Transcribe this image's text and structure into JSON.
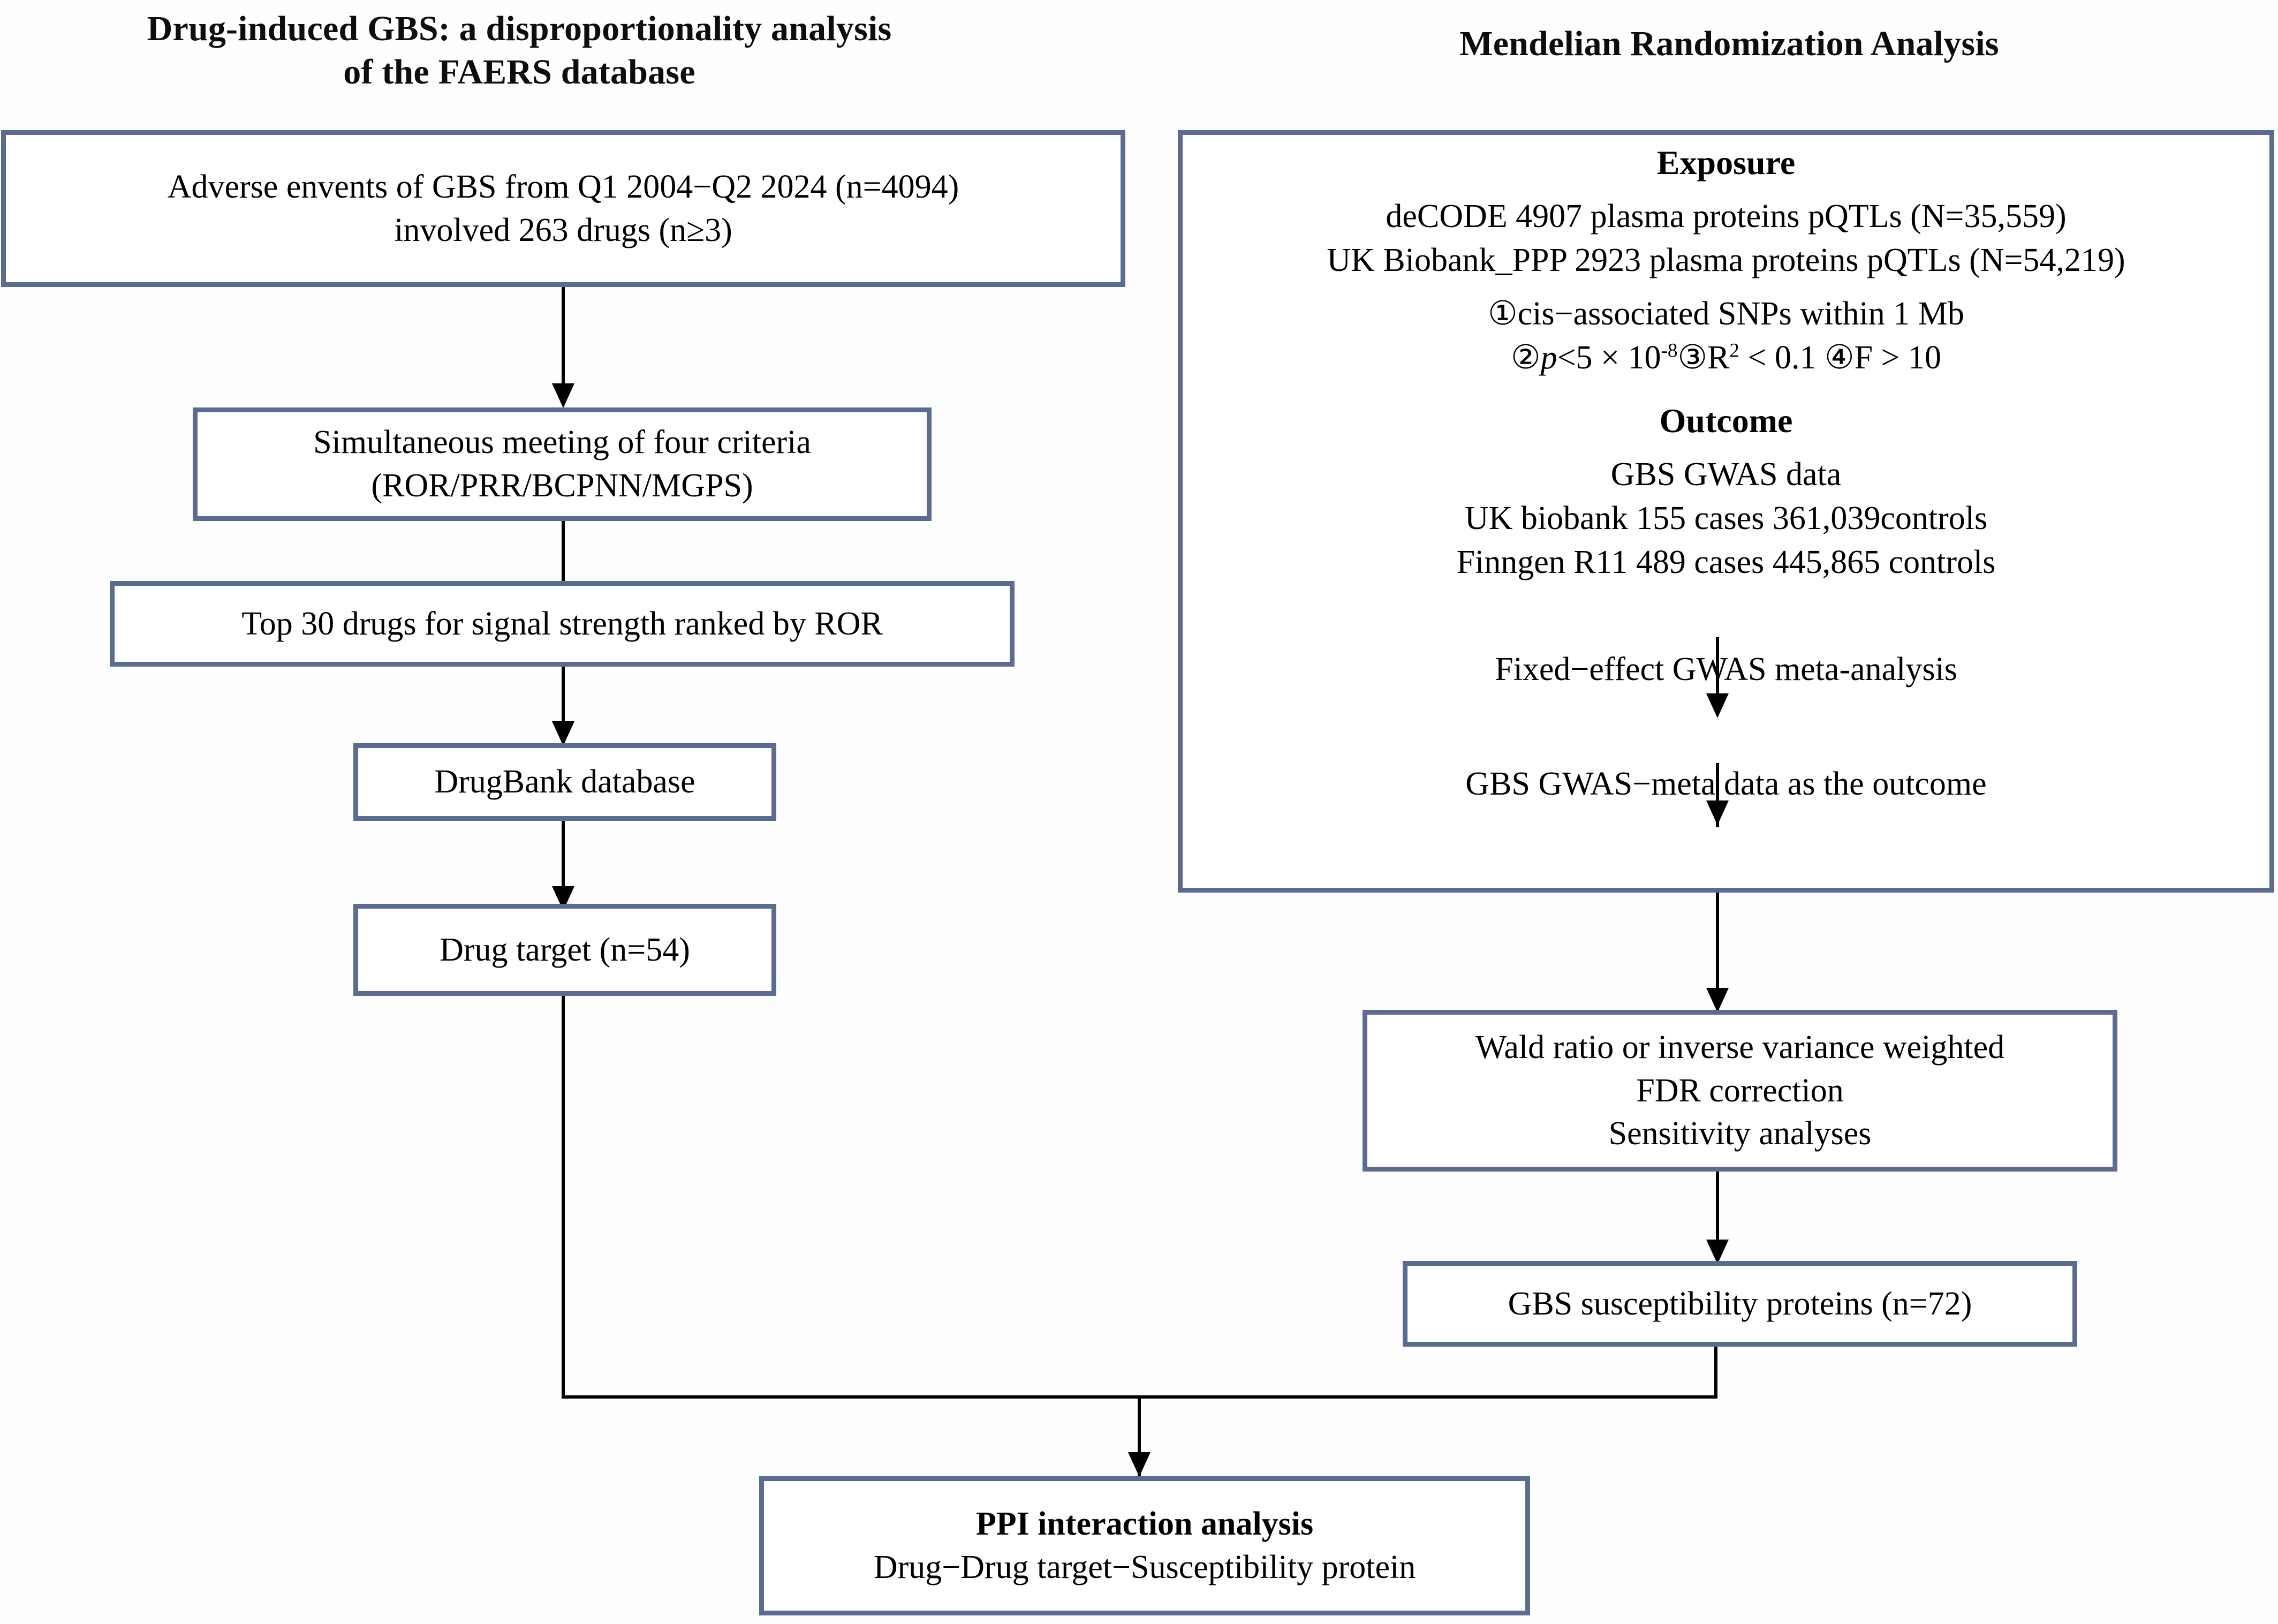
{
  "headings": {
    "left_line1": "Drug-induced GBS: a disproportionality analysis",
    "left_line2": "of the FAERS database",
    "right": "Mendelian Randomization Analysis"
  },
  "left_flow": {
    "adverse_events": {
      "line1": "Adverse envents of GBS from Q1 2004−Q2 2024 (n=4094)",
      "line2": "involved 263 drugs (n≥3)"
    },
    "criteria": {
      "line1": "Simultaneous meeting of four criteria",
      "line2": "(ROR/PRR/BCPNN/MGPS)"
    },
    "top30": {
      "line1": "Top 30 drugs for signal strength ranked by ROR"
    },
    "drugbank": {
      "line1": "DrugBank database"
    },
    "drug_target": {
      "line1": "Drug target (n=54)"
    }
  },
  "right_flow": {
    "panel": {
      "exposure_heading": "Exposure",
      "exposure_line1": "deCODE 4907 plasma proteins pQTLs (N=35,559)",
      "exposure_line2": "UK Biobank_PPP 2923 plasma proteins pQTLs (N=54,219)",
      "criterion1": "①cis−associated SNPs within 1 Mb",
      "criterion2_a": "②",
      "criterion2_p": "p",
      "criterion2_b": "<5 × 10",
      "criterion2_exp": "-8",
      "criterion2_c": "③R",
      "criterion2_exp2": "2",
      "criterion2_d": " < 0.1 ④F > 10",
      "outcome_heading": "Outcome",
      "outcome_line1": "GBS GWAS data",
      "outcome_line2": "UK biobank 155 cases 361,039controls",
      "outcome_line3": "Finngen R11 489 cases 445,865 controls",
      "meta_line": "Fixed−effect GWAS meta-analysis",
      "meta_outcome_line": "GBS GWAS−meta data as the outcome"
    },
    "wald": {
      "line1": "Wald ratio or inverse variance weighted",
      "line2": "FDR correction",
      "line3": "Sensitivity analyses"
    },
    "susceptibility": {
      "line1": "GBS susceptibility proteins (n=72)"
    }
  },
  "bottom": {
    "ppi": {
      "line1": "PPI interaction analysis",
      "line2": "Drug−Drug target−Susceptibility protein"
    }
  },
  "colors": {
    "box_border": "#5c6c8e",
    "connector": "#000000",
    "text": "#000000",
    "background": "#ffffff"
  }
}
